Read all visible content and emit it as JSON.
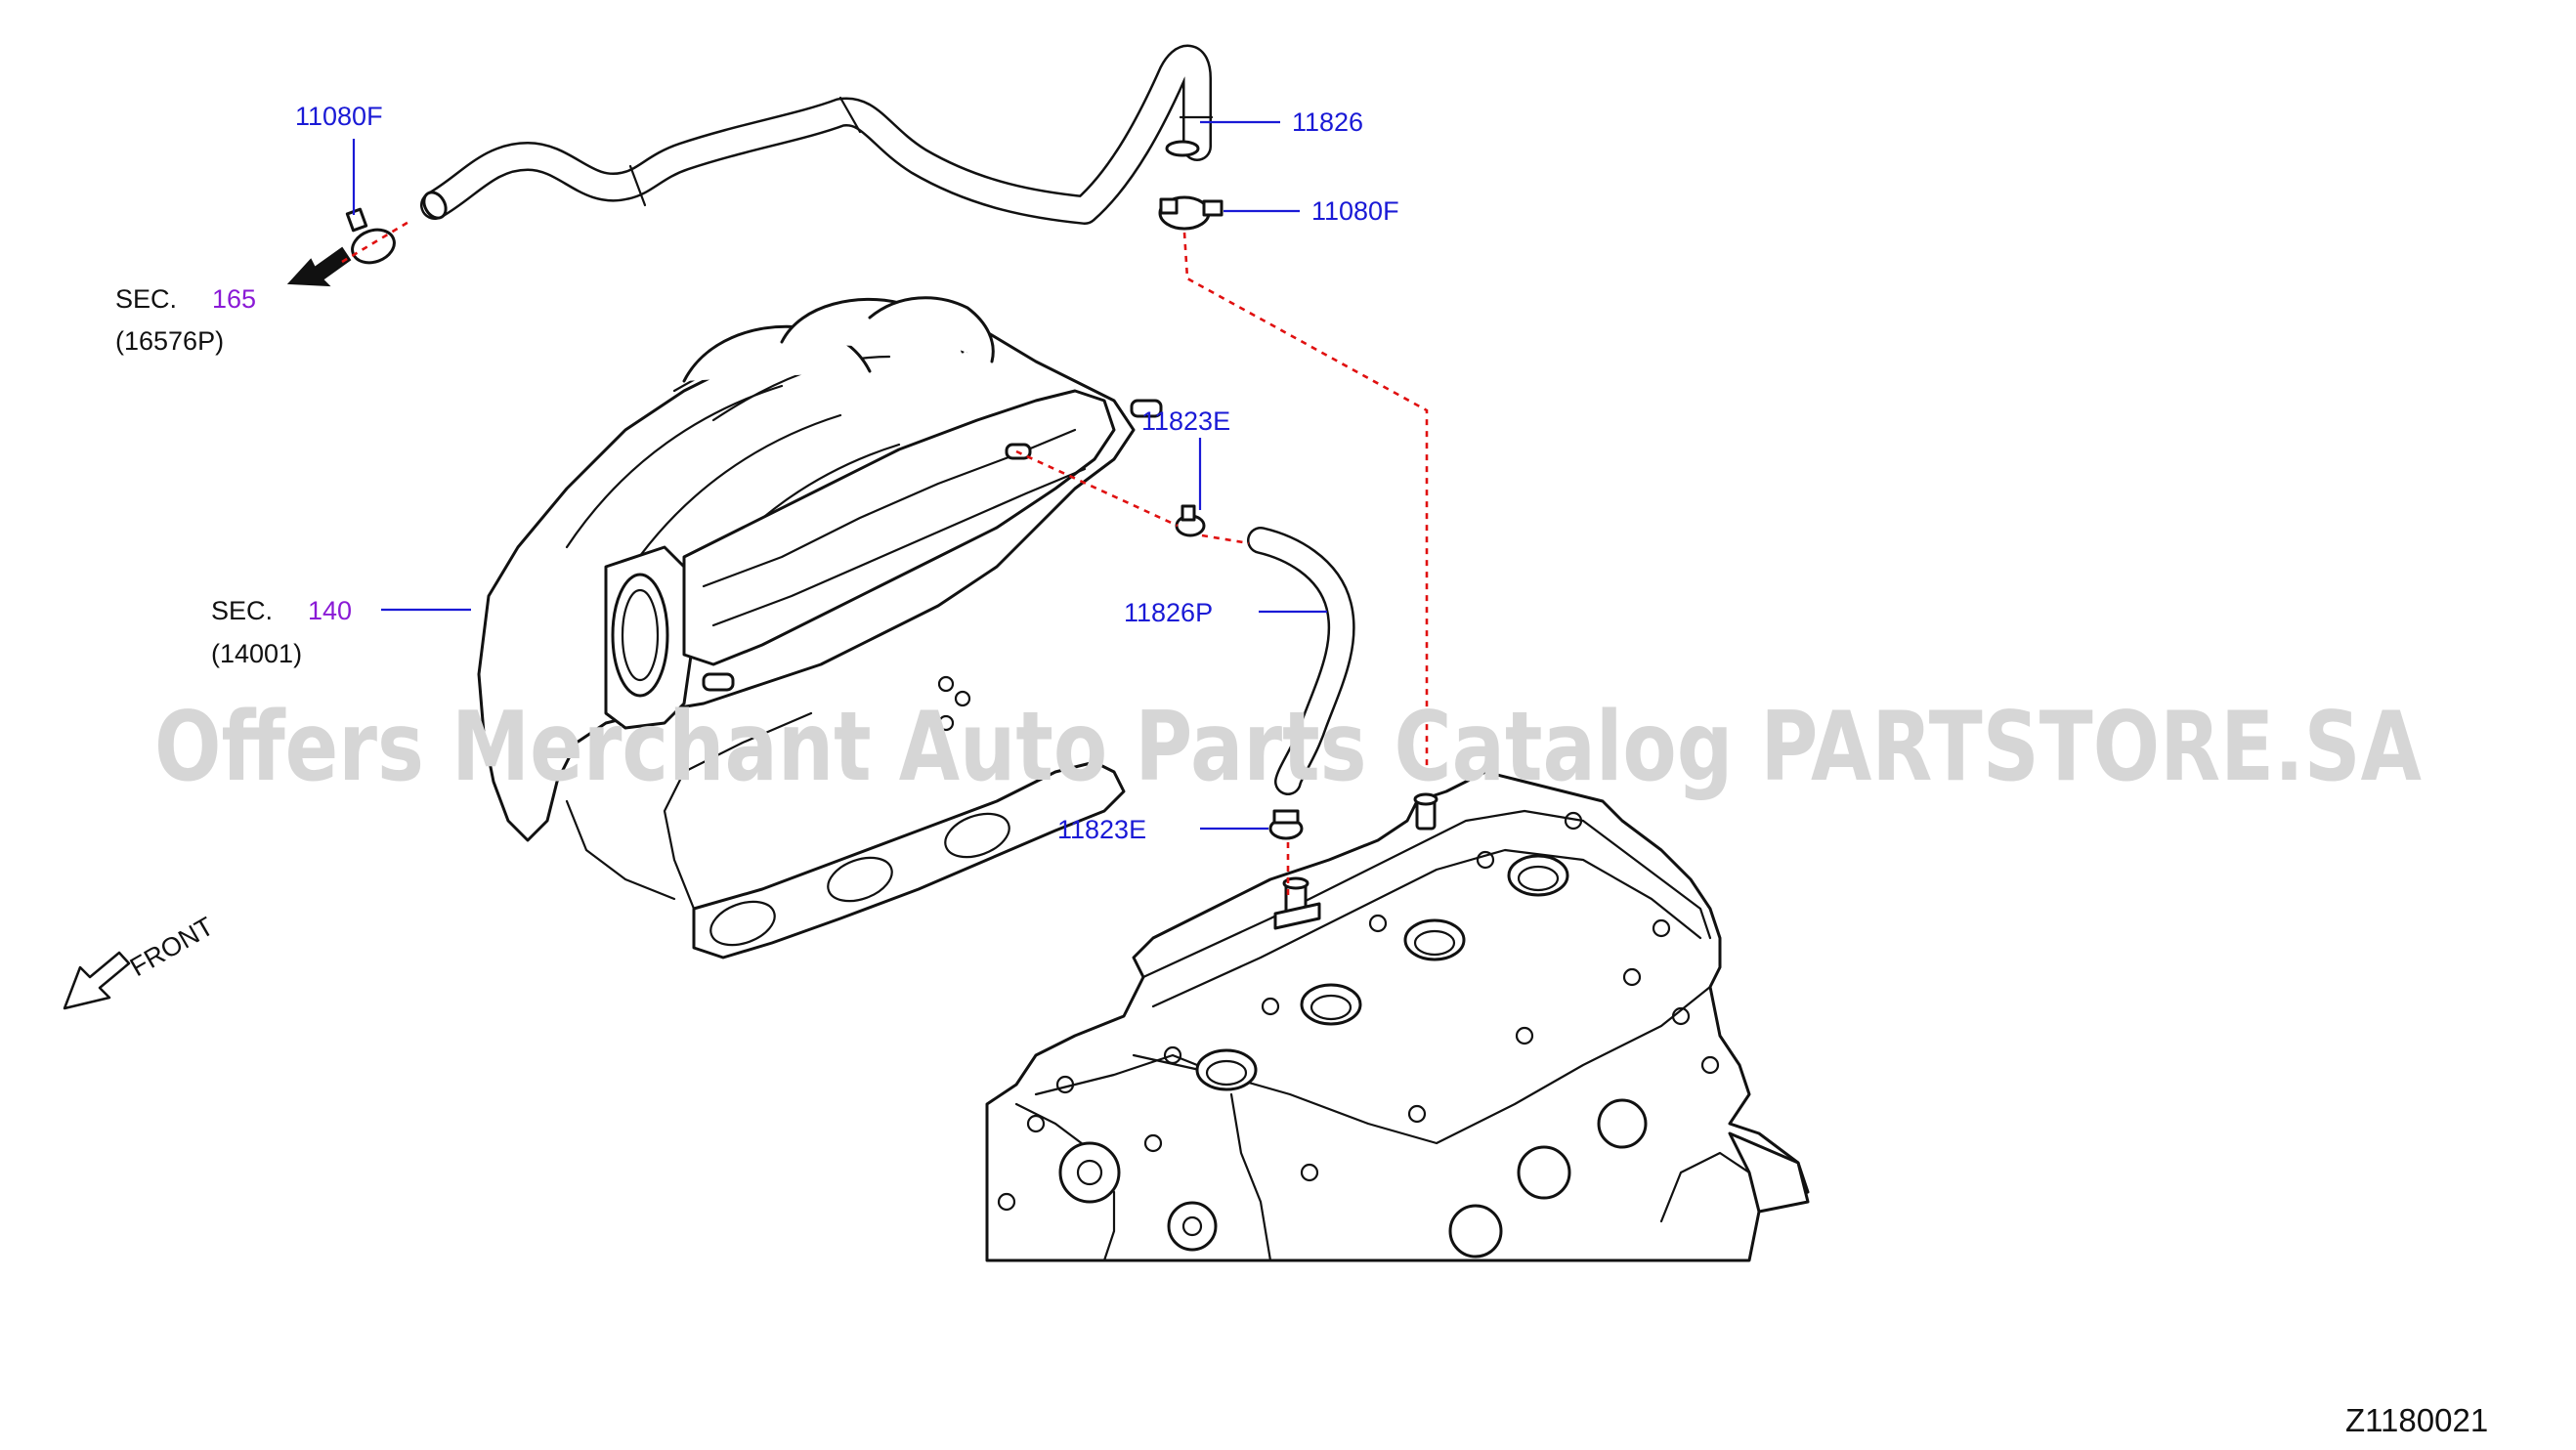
{
  "diagram": {
    "image_id": "Z1180021",
    "watermark": "Offers Merchant Auto Parts Catalog PARTSTORE.SA",
    "front_label": "FRONT",
    "colors": {
      "part_number": "#1a1ad6",
      "section_number": "#8a1ad6",
      "connector_dash": "#e01010",
      "line": "#111111"
    },
    "callouts": [
      {
        "part": "11080F"
      },
      {
        "part": "11826"
      },
      {
        "part": "11080F"
      },
      {
        "part": "11823E"
      },
      {
        "part": "11826P"
      },
      {
        "part": "11823E"
      }
    ],
    "sections": [
      {
        "prefix": "SEC.",
        "number": "165",
        "ref": "(16576P)"
      },
      {
        "prefix": "SEC.",
        "number": "140",
        "ref": "(14001)"
      }
    ]
  }
}
